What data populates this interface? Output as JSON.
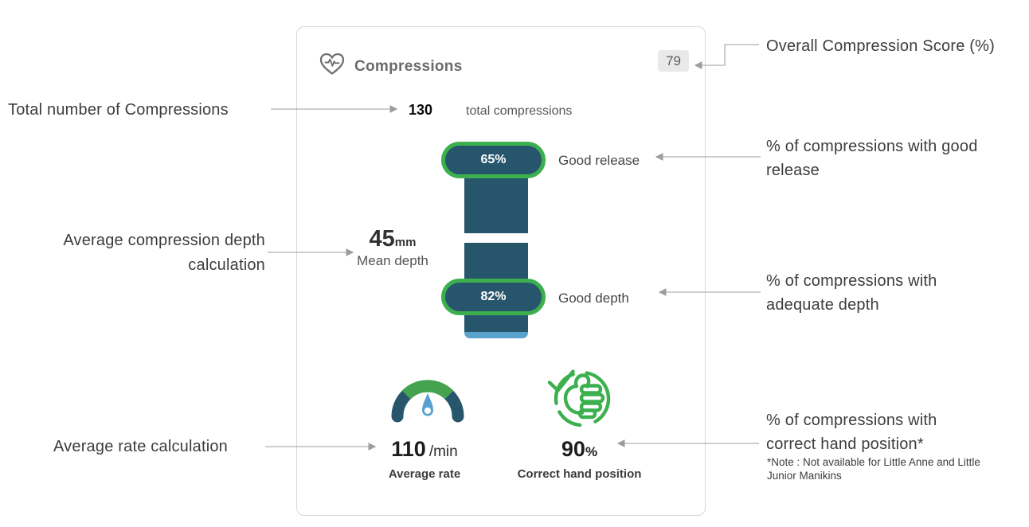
{
  "card": {
    "title": "Compressions",
    "score": "79",
    "total_value": "130",
    "total_label": "total compressions",
    "bar": {
      "good_release_pct": "65%",
      "good_release_label": "Good release",
      "good_depth_pct": "82%",
      "good_depth_label": "Good depth",
      "mean_depth_value": "45",
      "mean_depth_unit": "mm",
      "mean_depth_label": "Mean depth"
    },
    "metrics": {
      "average_rate_value": "110",
      "average_rate_unit": "/min",
      "average_rate_label": "Average rate",
      "hand_position_value": "90",
      "hand_position_unit": "%",
      "hand_position_label": "Correct hand position"
    }
  },
  "annotations": {
    "left": [
      {
        "lines": [
          "Total number of Compressions"
        ]
      },
      {
        "lines": [
          "Average compression depth",
          "calculation"
        ]
      },
      {
        "lines": [
          "Average rate calculation"
        ]
      }
    ],
    "right": [
      {
        "lines": [
          "Overall Compression Score (%)"
        ]
      },
      {
        "lines": [
          "% of compressions with good",
          "release"
        ]
      },
      {
        "lines": [
          "% of compressions with",
          "adequate depth"
        ]
      },
      {
        "lines": [
          "% of compressions with",
          "correct hand position*"
        ],
        "note": "*Note : Not available for Little Anne and Little Junior Manikins"
      }
    ]
  },
  "icons": {
    "header": "heart-pulse-icon",
    "rate": "gauge-icon",
    "hand_position": "thumbs-up-check-icon"
  },
  "colors": {
    "dark_teal": "#27566c",
    "pill_green": "#3cb04e",
    "gauge_green": "#45a24f",
    "light_blue": "#5ba3cd",
    "needle_blue": "#58a0d0",
    "badge_bg": "#e9e9e9",
    "badge_text": "#5d5d5d",
    "title_gray": "#6b6b6b",
    "connector_gray": "#b0b0b0"
  }
}
